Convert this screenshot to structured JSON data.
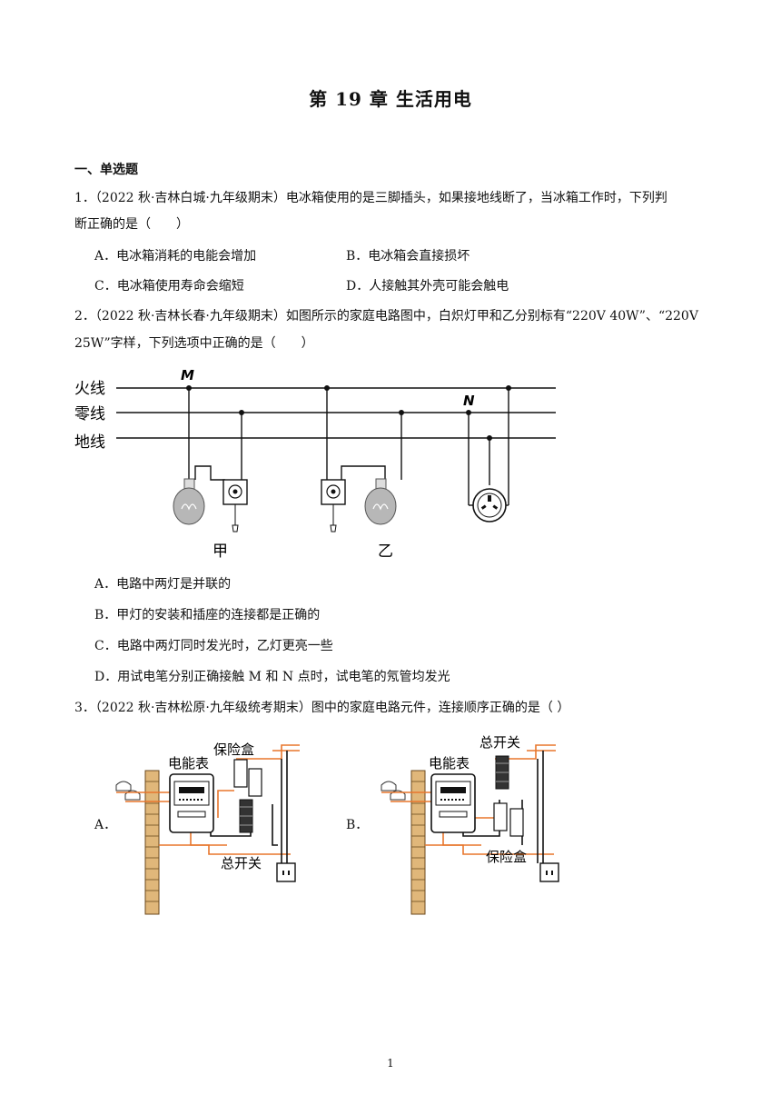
{
  "page": {
    "title": "第 19 章  生活用电",
    "section": "一、单选题",
    "page_number": "1"
  },
  "questions": [
    {
      "line1": "1．（2022 秋·吉林白城·九年级期末）电冰箱使用的是三脚插头，如果接地线断了，当冰箱工作时，下列判",
      "line2": "断正确的是（　　）",
      "options": [
        "A．电冰箱消耗的电能会增加",
        "B．电冰箱会直接损坏",
        "C．电冰箱使用寿命会缩短",
        "D．人接触其外壳可能会触电"
      ]
    },
    {
      "line1": "2．（2022 秋·吉林长春·九年级期末）如图所示的家庭电路图中，白炽灯甲和乙分别标有“220V 40W”、“220V",
      "line2": "25W”字样，下列选项中正确的是（　　）",
      "figure": {
        "wire_labels": [
          "火线",
          "零线",
          "地线"
        ],
        "point_labels": [
          "M",
          "N"
        ],
        "lamp_labels": [
          "甲",
          "乙"
        ]
      },
      "options": [
        "A．电路中两灯是并联的",
        "B．甲灯的安装和插座的连接都是正确的",
        "C．电路中两灯同时发光时，乙灯更亮一些",
        "D．用试电笔分别正确接触 M 和 N 点时，试电笔的氖管均发光"
      ]
    },
    {
      "line1": "3．（2022 秋·吉林松原·九年级统考期末）图中的家庭电路元件，连接顺序正确的是（ ）",
      "options": [
        "A．",
        "B．"
      ],
      "figureA": {
        "labels": [
          "电能表",
          "保险盒",
          "总开关"
        ]
      },
      "figureB": {
        "labels": [
          "电能表",
          "总开关",
          "保险盒"
        ]
      }
    }
  ],
  "colors": {
    "wire_orange": "#e8762c",
    "bulb_gray": "#b7b7b7",
    "pole_tan": "#e0b77a"
  }
}
